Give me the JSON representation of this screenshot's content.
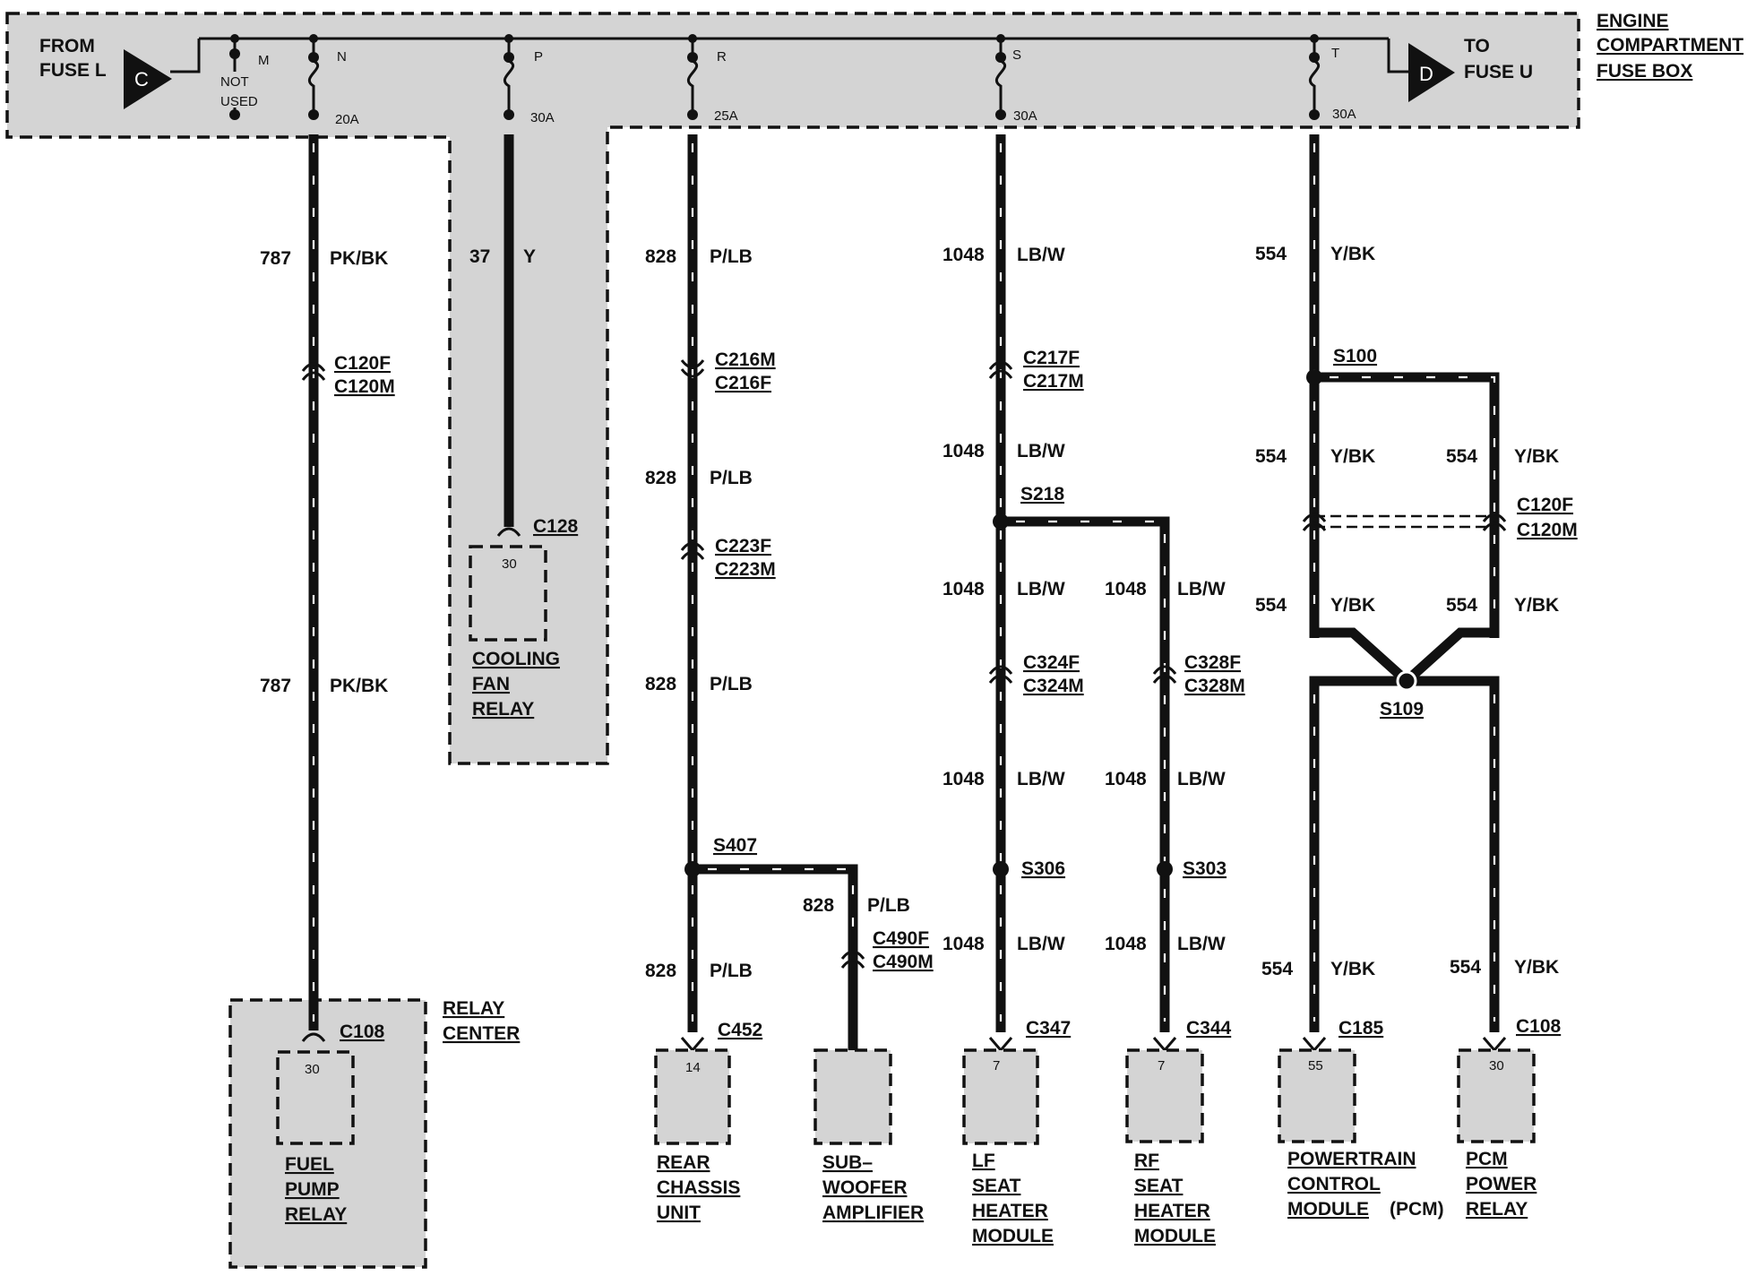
{
  "fuse_box": {
    "title_lines": [
      "ENGINE",
      "COMPARTMENT",
      "FUSE BOX"
    ],
    "from_label": [
      "FROM",
      "FUSE L"
    ],
    "from_connector": "C",
    "to_label": [
      "TO",
      "FUSE U"
    ],
    "to_connector": "D",
    "not_used": [
      "NOT",
      "USED"
    ],
    "fuses": [
      {
        "id": "M",
        "amp": ""
      },
      {
        "id": "N",
        "amp": "20A"
      },
      {
        "id": "P",
        "amp": "30A"
      },
      {
        "id": "R",
        "amp": "25A"
      },
      {
        "id": "S",
        "amp": "30A"
      },
      {
        "id": "T",
        "amp": "30A"
      }
    ]
  },
  "relay_center": [
    "RELAY",
    "CENTER"
  ],
  "circuits": {
    "c787": {
      "num": "787",
      "color": "PK/BK"
    },
    "c37": {
      "num": "37",
      "color": "Y"
    },
    "c828": {
      "num": "828",
      "color": "P/LB"
    },
    "c1048": {
      "num": "1048",
      "color": "LB/W"
    },
    "c554": {
      "num": "554",
      "color": "Y/BK"
    }
  },
  "connectors": {
    "c120": [
      "C120F",
      "C120M"
    ],
    "c216": [
      "C216M",
      "C216F"
    ],
    "c223": [
      "C223F",
      "C223M"
    ],
    "c217": [
      "C217F",
      "C217M"
    ],
    "c324": [
      "C324F",
      "C324M"
    ],
    "c328": [
      "C328F",
      "C328M"
    ],
    "c490": [
      "C490F",
      "C490M"
    ],
    "c120b": [
      "C120F",
      "C120M"
    ],
    "c128": "C128",
    "c108a": "C108",
    "c452": "C452",
    "c347": "C347",
    "c344": "C344",
    "c185": "C185",
    "c108b": "C108"
  },
  "splices": {
    "s100": "S100",
    "s218": "S218",
    "s407": "S407",
    "s306": "S306",
    "s303": "S303",
    "s109": "S109"
  },
  "components": {
    "cooling_fan_relay": {
      "pin": "30",
      "name": [
        "COOLING",
        "FAN",
        "RELAY"
      ]
    },
    "fuel_pump_relay": {
      "pin": "30",
      "name": [
        "FUEL",
        "PUMP",
        "RELAY"
      ]
    },
    "rear_chassis_unit": {
      "pin": "14",
      "name": [
        "REAR",
        "CHASSIS",
        "UNIT"
      ]
    },
    "subwoofer_amplifier": {
      "pin": "",
      "name": [
        "SUB–",
        "WOOFER",
        "AMPLIFIER"
      ]
    },
    "lf_seat_heater": {
      "pin": "7",
      "name": [
        "LF",
        "SEAT",
        "HEATER",
        "MODULE"
      ]
    },
    "rf_seat_heater": {
      "pin": "7",
      "name": [
        "RF",
        "SEAT",
        "HEATER",
        "MODULE"
      ]
    },
    "pcm": {
      "pin": "55",
      "name": [
        "POWERTRAIN",
        "CONTROL",
        "MODULE"
      ],
      "suffix": "(PCM)"
    },
    "pcm_power_relay": {
      "pin": "30",
      "name": [
        "PCM",
        "POWER",
        "RELAY"
      ]
    }
  }
}
